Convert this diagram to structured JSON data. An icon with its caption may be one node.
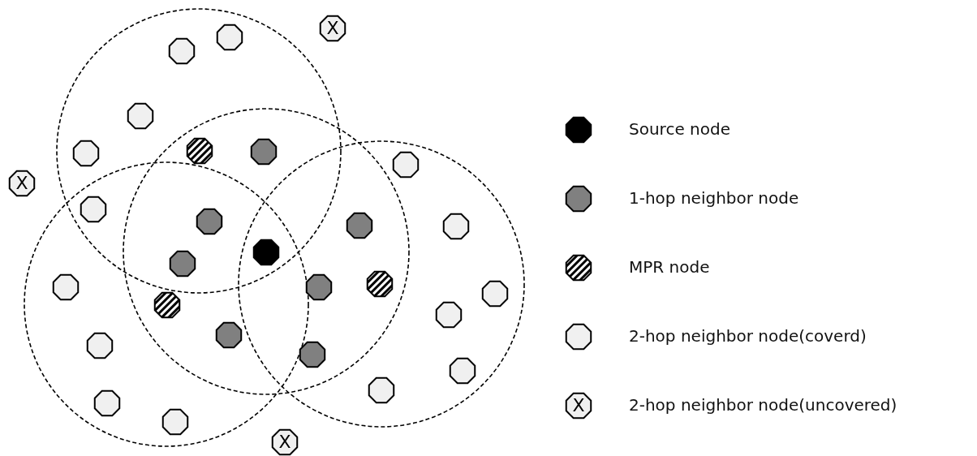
{
  "diagram": {
    "nodes": [
      {
        "text": [
          "X"
        ]
      },
      {
        "text": [],
        "shape": "octagon"
      },
      {
        "text": [],
        "shape": "octagon"
      },
      {
        "text": [],
        "shape": "octagon"
      },
      {
        "text": [],
        "shape": "octagon"
      },
      {
        "text": [],
        "shape": "octagon"
      },
      {
        "text": [],
        "shape": "octagon"
      },
      {
        "text": [],
        "shape": "octagon"
      },
      {
        "text": [
          "X"
        ]
      },
      {
        "text": [],
        "shape": "octagon"
      },
      {
        "text": [],
        "shape": "octagon"
      },
      {
        "text": [],
        "shape": "octagon"
      },
      {
        "text": [],
        "shape": "octagon"
      },
      {
        "text": [],
        "shape": "octagon"
      },
      {
        "text": [],
        "shape": "octagon"
      },
      {
        "text": [],
        "shape": "octagon"
      },
      {
        "text": [],
        "shape": "octagon"
      },
      {
        "text": [],
        "shape": "octagon"
      },
      {
        "text": [],
        "shape": "octagon"
      },
      {
        "text": [],
        "shape": "octagon"
      },
      {
        "text": [],
        "shape": "octagon"
      },
      {
        "text": [],
        "shape": "octagon"
      },
      {
        "text": [],
        "shape": "octagon"
      },
      {
        "text": [],
        "shape": "octagon"
      },
      {
        "text": [],
        "shape": "octagon"
      },
      {
        "text": [],
        "shape": "octagon"
      },
      {
        "text": [],
        "shape": "octagon"
      },
      {
        "text": [],
        "shape": "octagon"
      },
      {
        "text": [
          "X"
        ]
      }
    ],
    "labels": [
      "X"
    ],
    "legend": [
      {
        "text": "Source node"
      },
      {
        "text": "1-hop neighbor node"
      },
      {
        "text": "MPR node"
      },
      {
        "text": "2-hop neighbor node(coverd)"
      },
      {
        "text": "2-hop neighbor node(uncovered)"
      }
    ]
  }
}
